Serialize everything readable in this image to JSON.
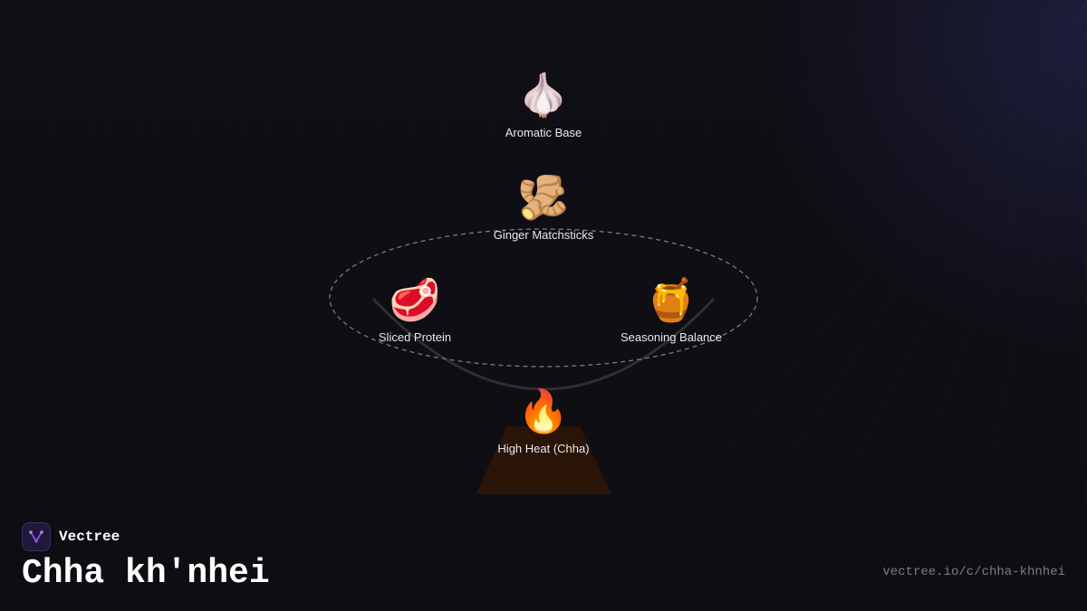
{
  "brand": {
    "name": "Vectree",
    "accent": "#b45cff"
  },
  "page": {
    "title": "Chha kh'nhei",
    "url": "vectree.io/c/chha-khnhei"
  },
  "diagram": {
    "nodes": [
      {
        "id": "aromatic",
        "emoji": "🧄",
        "icon": "garlic-icon",
        "label": "Aromatic Base"
      },
      {
        "id": "ginger",
        "emoji": "🫚",
        "icon": "ginger-icon",
        "label": "Ginger Matchsticks"
      },
      {
        "id": "protein",
        "emoji": "🥩",
        "icon": "meat-icon",
        "label": "Sliced Protein"
      },
      {
        "id": "seasoning",
        "emoji": "🍯",
        "icon": "honey-pot-icon",
        "label": "Seasoning Balance"
      },
      {
        "id": "heat",
        "emoji": "🔥",
        "icon": "fire-icon",
        "label": "High Heat (Chha)"
      }
    ],
    "colors": {
      "wok_line": "#2e2e34",
      "orbit": "#7a7a82",
      "burner": "#2a1408"
    }
  }
}
